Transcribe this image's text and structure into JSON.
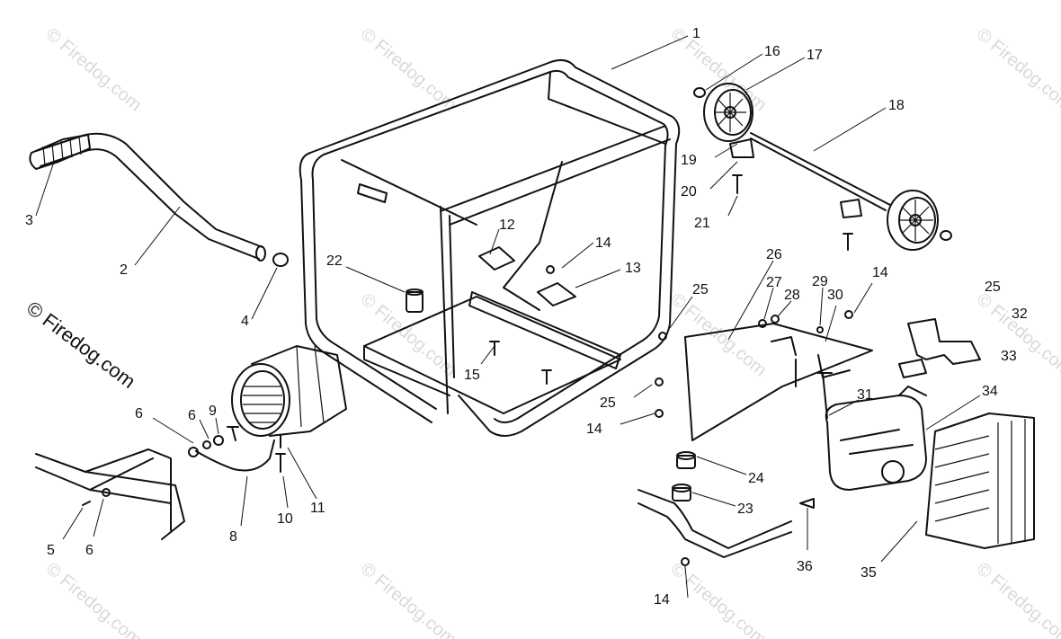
{
  "watermark": {
    "text": "© Firedog.com"
  },
  "copyright_label": "© Firedog.com",
  "callouts": [
    {
      "id": "c1",
      "text": "1"
    },
    {
      "id": "c2",
      "text": "2"
    },
    {
      "id": "c3",
      "text": "3"
    },
    {
      "id": "c4",
      "text": "4"
    },
    {
      "id": "c5",
      "text": "5"
    },
    {
      "id": "c6a",
      "text": "6"
    },
    {
      "id": "c6b",
      "text": "6"
    },
    {
      "id": "c6c",
      "text": "6"
    },
    {
      "id": "c8",
      "text": "8"
    },
    {
      "id": "c9",
      "text": "9"
    },
    {
      "id": "c10",
      "text": "10"
    },
    {
      "id": "c11",
      "text": "11"
    },
    {
      "id": "c12",
      "text": "12"
    },
    {
      "id": "c13",
      "text": "13"
    },
    {
      "id": "c14a",
      "text": "14"
    },
    {
      "id": "c14b",
      "text": "14"
    },
    {
      "id": "c14c",
      "text": "14"
    },
    {
      "id": "c14d",
      "text": "14"
    },
    {
      "id": "c15",
      "text": "15"
    },
    {
      "id": "c16",
      "text": "16"
    },
    {
      "id": "c17",
      "text": "17"
    },
    {
      "id": "c18",
      "text": "18"
    },
    {
      "id": "c19",
      "text": "19"
    },
    {
      "id": "c20",
      "text": "20"
    },
    {
      "id": "c21",
      "text": "21"
    },
    {
      "id": "c22",
      "text": "22"
    },
    {
      "id": "c23",
      "text": "23"
    },
    {
      "id": "c24",
      "text": "24"
    },
    {
      "id": "c25a",
      "text": "25"
    },
    {
      "id": "c25b",
      "text": "25"
    },
    {
      "id": "c25c",
      "text": "25"
    },
    {
      "id": "c26",
      "text": "26"
    },
    {
      "id": "c27",
      "text": "27"
    },
    {
      "id": "c28",
      "text": "28"
    },
    {
      "id": "c29",
      "text": "29"
    },
    {
      "id": "c30",
      "text": "30"
    },
    {
      "id": "c31",
      "text": "31"
    },
    {
      "id": "c32",
      "text": "32"
    },
    {
      "id": "c33",
      "text": "33"
    },
    {
      "id": "c34",
      "text": "34"
    },
    {
      "id": "c35",
      "text": "35"
    },
    {
      "id": "c36",
      "text": "36"
    }
  ]
}
